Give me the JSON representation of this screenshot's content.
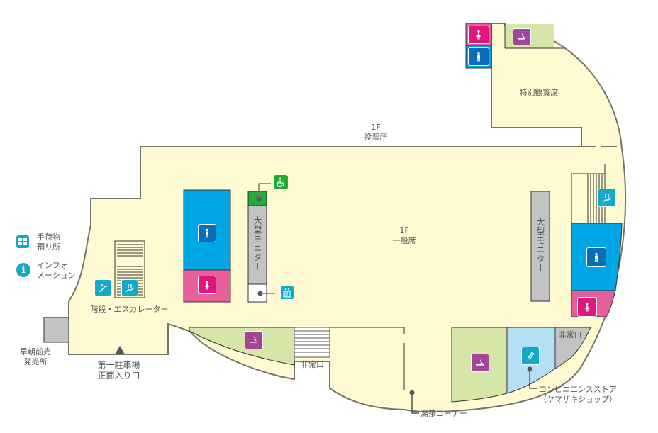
{
  "labels": {
    "voting_office_floor": "1F",
    "voting_office": "投票所",
    "general_seats_floor": "1F",
    "general_seats": "一般席",
    "special_seats": "特別観覧席",
    "monitor_left": "大型モニター",
    "monitor_right": "大型モニター",
    "stairs_escalator": "階段・エスカレーター",
    "early_sales_line1": "早朝前売",
    "early_sales_line2": "発売所",
    "entrance_line1": "第一駐車場",
    "entrance_line2": "正面入り口",
    "emergency_exit_bottom": "非常口",
    "emergency_exit_right": "非常口",
    "tea_corner": "湯茶コーナー",
    "convenience_line1": "コンビニエンスストア",
    "convenience_line2": "（ヤマザキショップ）"
  },
  "legend": [
    {
      "icon": "luggage-storage-icon",
      "line1": "手荷物",
      "line2": "預り所"
    },
    {
      "icon": "information-icon",
      "line1": "インフォ",
      "line2": "メーション"
    }
  ],
  "colors": {
    "floor": "#fffad2",
    "wall": "#777267",
    "mens_restroom": "#00a7e6",
    "womens_restroom": "#e8609a",
    "smoking_area": "#d6e6a9",
    "smoking_icon": "#a3449a",
    "convenience": "#b3e0f5",
    "monitor": "#c3c3c3",
    "accessible": "#22ab38",
    "teal_icon": "#14a9c8",
    "mens_icon": "#0b6db7",
    "womens_icon": "#e0157f"
  }
}
